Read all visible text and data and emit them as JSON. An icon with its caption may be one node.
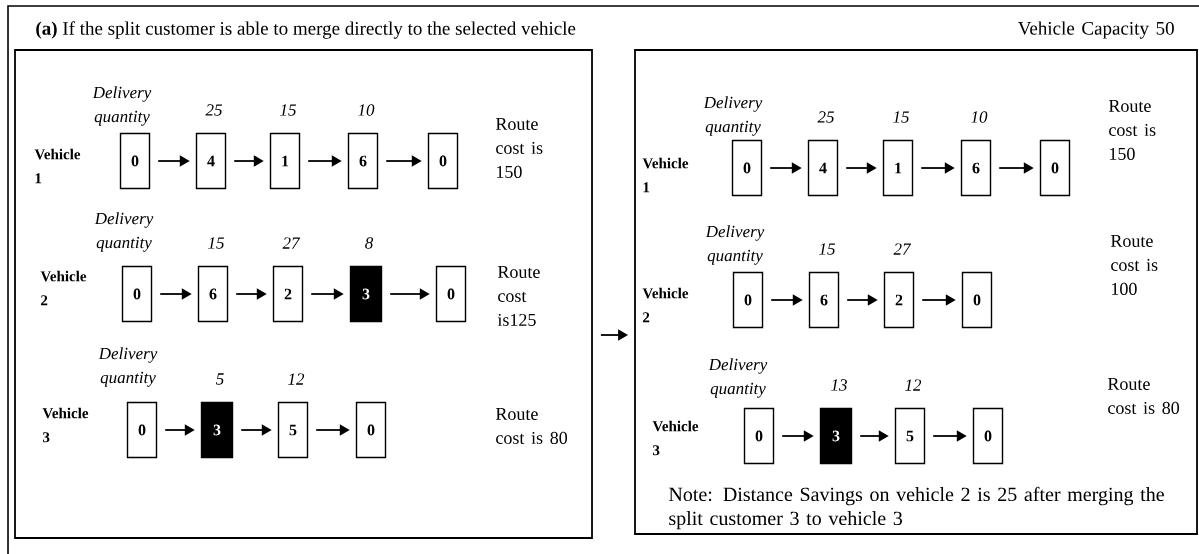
{
  "diagram": {
    "title": "**(a)** If the split customer is able to merge directly to the selected vehicle",
    "nodes": [
      {
        "text": [],
        "shape": "box"
      },
      {
        "text": [
          "0"
        ],
        "in": 0
      },
      {
        "text": [
          "4"
        ],
        "in": 0,
        "beside": [
          "25"
        ]
      },
      {
        "text": [
          "1"
        ],
        "in": 0,
        "beside": [
          "15"
        ]
      },
      {
        "text": [
          "6"
        ],
        "in": 0,
        "beside": [
          "10"
        ]
      },
      {
        "text": [
          "0"
        ],
        "in": 0
      },
      {
        "text": [
          "0"
        ],
        "in": 0
      },
      {
        "text": [
          "6"
        ],
        "in": 0,
        "beside": [
          "15"
        ]
      },
      {
        "text": [
          "2"
        ],
        "in": 0,
        "beside": [
          "27"
        ]
      },
      {
        "text": [
          "3"
        ],
        "in": 0,
        "beside": [
          "8"
        ]
      },
      {
        "text": [
          "0"
        ],
        "in": 0
      },
      {
        "text": [
          "0"
        ],
        "in": 0
      },
      {
        "text": [
          "3"
        ],
        "in": 0,
        "beside": [
          "5"
        ]
      },
      {
        "text": [
          "5"
        ],
        "in": 0,
        "beside": [
          "12"
        ]
      },
      {
        "text": [
          "0"
        ],
        "in": 0
      },
      {
        "text": [],
        "shape": "box"
      },
      {
        "text": [
          "0"
        ],
        "in": 15
      },
      {
        "text": [
          "4"
        ],
        "in": 15,
        "beside": [
          "25"
        ]
      },
      {
        "text": [
          "1"
        ],
        "in": 15,
        "beside": [
          "15"
        ]
      },
      {
        "text": [
          "6"
        ],
        "in": 15,
        "beside": [
          "10"
        ]
      },
      {
        "text": [
          "0"
        ],
        "in": 15
      },
      {
        "text": [
          "0"
        ],
        "in": 15
      },
      {
        "text": [
          "6"
        ],
        "in": 15,
        "beside": [
          "15"
        ]
      },
      {
        "text": [
          "2"
        ],
        "in": 15,
        "beside": [
          "27"
        ]
      },
      {
        "text": [
          "0"
        ],
        "in": 15
      },
      {
        "text": [
          "0"
        ],
        "in": 15
      },
      {
        "text": [
          "3"
        ],
        "in": 15,
        "beside": [
          "13"
        ]
      },
      {
        "text": [
          "5"
        ],
        "in": 15,
        "beside": [
          "12"
        ]
      },
      {
        "text": [
          "0"
        ],
        "in": 15
      }
    ],
    "edges": [
      {
        "from": 0,
        "to": 15,
        "arrow": "to"
      },
      {
        "from": 1,
        "to": 2,
        "arrow": "to"
      },
      {
        "from": 2,
        "to": 3,
        "arrow": "to"
      },
      {
        "from": 3,
        "to": 4,
        "arrow": "to"
      },
      {
        "from": 4,
        "to": 5,
        "arrow": "to"
      },
      {
        "from": 6,
        "to": 7,
        "arrow": "to"
      },
      {
        "from": 7,
        "to": 8,
        "arrow": "to"
      },
      {
        "from": 8,
        "to": 9,
        "arrow": "to"
      },
      {
        "from": 9,
        "to": 10,
        "arrow": "to"
      },
      {
        "from": 11,
        "to": 12,
        "arrow": "to"
      },
      {
        "from": 12,
        "to": 13,
        "arrow": "to"
      },
      {
        "from": 13,
        "to": 14,
        "arrow": "to"
      },
      {
        "from": 16,
        "to": 17,
        "arrow": "to"
      },
      {
        "from": 17,
        "to": 18,
        "arrow": "to"
      },
      {
        "from": 18,
        "to": 19,
        "arrow": "to"
      },
      {
        "from": 19,
        "to": 20,
        "arrow": "to"
      },
      {
        "from": 21,
        "to": 22,
        "arrow": "to"
      },
      {
        "from": 22,
        "to": 23,
        "arrow": "to"
      },
      {
        "from": 23,
        "to": 24,
        "arrow": "to"
      },
      {
        "from": 25,
        "to": 26,
        "arrow": "to"
      },
      {
        "from": 26,
        "to": 27,
        "arrow": "to"
      },
      {
        "from": 27,
        "to": 28,
        "arrow": "to"
      }
    ],
    "labels": [
      "Vehicle Capacity 50",
      "Delivery quantity",
      "Vehicle 1",
      "Route cost is 150",
      "Delivery quantity",
      "Vehicle 2",
      "Route cost is125",
      "Delivery quantity",
      "Vehicle 3",
      "Route cost is 80",
      "Delivery quantity",
      "Vehicle 1",
      "Route cost is 150",
      "Delivery quantity",
      "Vehicle 2",
      "Route cost is 100",
      "Delivery quantity",
      "Vehicle 3",
      "Route cost is 80",
      "Note: Distance Savings on vehicle 2 is 25 after merging the split customer 3 to vehicle 3"
    ]
  }
}
